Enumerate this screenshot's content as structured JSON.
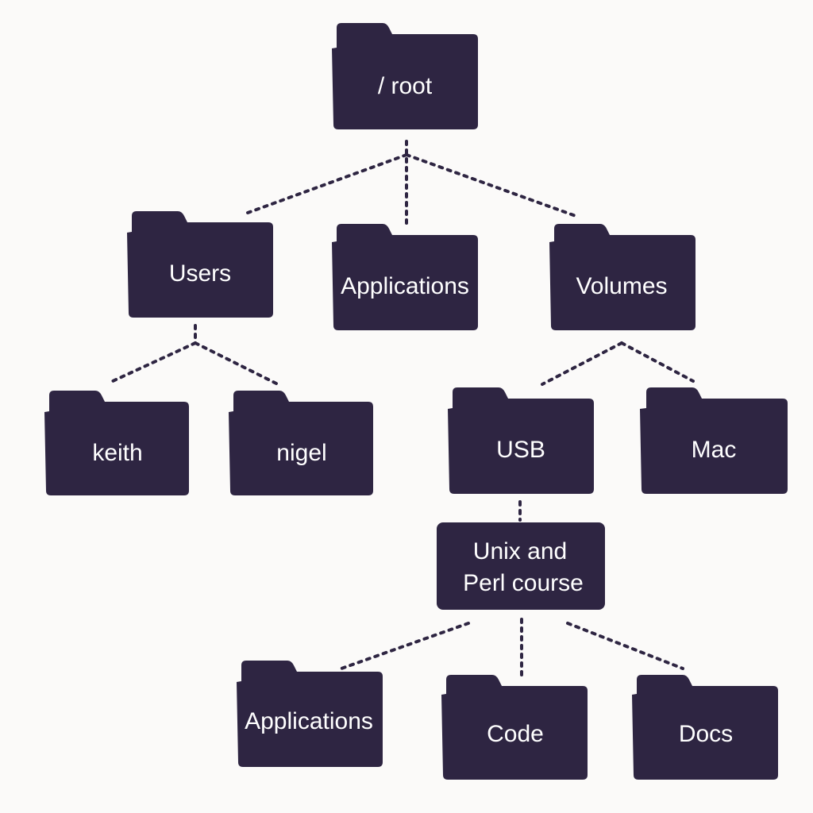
{
  "diagram": {
    "root": {
      "label": "/ root"
    },
    "users": {
      "label": "Users"
    },
    "applications": {
      "label": "Applications"
    },
    "volumes": {
      "label": "Volumes"
    },
    "keith": {
      "label": "keith"
    },
    "nigel": {
      "label": "nigel"
    },
    "usb": {
      "label": "USB"
    },
    "mac": {
      "label": "Mac"
    },
    "course": {
      "label_line1": "Unix and",
      "label_line2": "Perl course"
    },
    "course_applications": {
      "label": "Applications"
    },
    "code": {
      "label": "Code"
    },
    "docs": {
      "label": "Docs"
    }
  },
  "colors": {
    "folder": "#2e2542",
    "background": "#fbfaf9",
    "text": "#ffffff"
  }
}
